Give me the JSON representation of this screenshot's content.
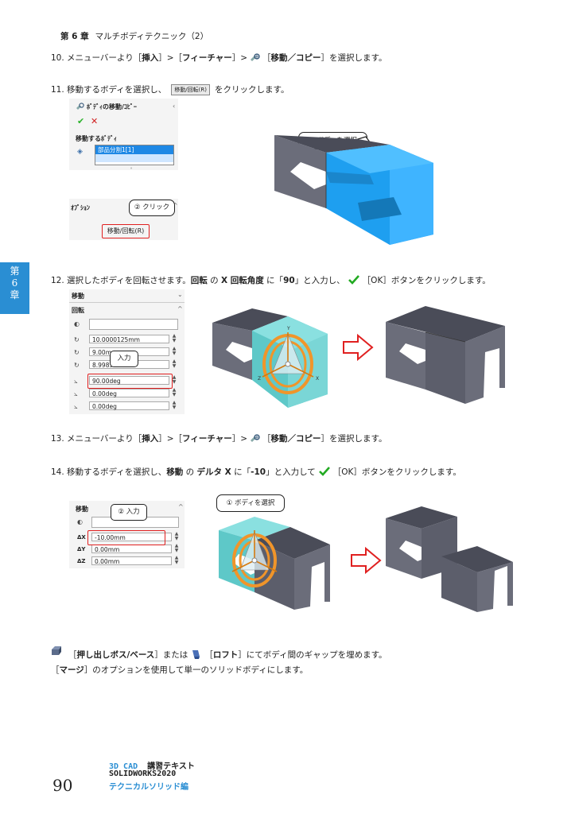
{
  "header": {
    "chapter": "第 6 章",
    "title": "マルチボディテクニック（2）"
  },
  "side_tab": {
    "line1": "第",
    "line2": "6",
    "line3": "章"
  },
  "steps": {
    "s10": {
      "pre": "10. メニューバーより［",
      "b1": "挿入",
      "m1": "］>［",
      "b2": "フィーチャー",
      "m2": "］>",
      "m3": "［",
      "b3": "移動／コピー",
      "post": "］を選択します。"
    },
    "s11": {
      "pre": "11. 移動するボディを選択し、",
      "btn": "移動/回転(R)",
      "post": "をクリックします。"
    },
    "s12": {
      "pre": "12. 選択したボディを回転させます。",
      "b1": "回転",
      "m1": " の ",
      "b2": "X 回転角度",
      "m2": " に「",
      "b3": "90",
      "m3": "」と入力し、",
      "post": "［OK］ボタンをクリックします。"
    },
    "s13": {
      "pre": "13. メニューバーより［",
      "b1": "挿入",
      "m1": "］>［",
      "b2": "フィーチャー",
      "m2": "］>",
      "m3": "［",
      "b3": "移動／コピー",
      "post": "］を選択します。"
    },
    "s14": {
      "pre": "14. 移動するボディを選択し、",
      "b1": "移動",
      "m1": " の ",
      "b2": "デルタ X",
      "m2": " に「",
      "b3": "-10",
      "m3": "」と入力して",
      "post": "［OK］ボタンをクリックします。"
    }
  },
  "panel1": {
    "title": "ﾎﾞﾃﾞｨの移動/ｺﾋﾟｰ",
    "ok": "✔",
    "cancel": "✕",
    "section": "移動するﾎﾞﾃﾞｨ",
    "item": "部品分割1[1]"
  },
  "panel1b": {
    "section": "ｵﾌﾟｼｮﾝ",
    "button": "移動/回転(R)"
  },
  "panel2": {
    "section_move": "移動",
    "section_rotate": "回転",
    "x": "10.0000125mm",
    "y": "9.00mm",
    "z": "8.998387",
    "rx": "90.00deg",
    "ry": "0.00deg",
    "rz": "0.00deg"
  },
  "panel3": {
    "section_move": "移動",
    "dx": "-10.00mm",
    "dy": "0.00mm",
    "dz": "0.00mm",
    "lx": "ΔX",
    "ly": "ΔY",
    "lz": "ΔZ"
  },
  "callouts": {
    "c1": "① ボディを選択",
    "c2": "② クリック",
    "c3": "入力",
    "c4": "① ボディを選択",
    "c5": "② 入力"
  },
  "axis_labels": {
    "y": "Y",
    "x": "X",
    "z": "Z"
  },
  "notes": {
    "n1_pre": "［",
    "n1_b1": "押し出しボス/ベース",
    "n1_m1": "］または",
    "n1_m2": "［",
    "n1_b2": "ロフト",
    "n1_post": "］にてボディ間のギャップを埋めます。",
    "n2_pre": "［",
    "n2_b": "マージ",
    "n2_post": "］のオプションを使用して単一のソリッドボディにします。"
  },
  "footer": {
    "page": "90",
    "line1a": "3D CAD",
    "line1b": "講習テキスト",
    "line2": "SOLIDWORKS2020",
    "line3": "テクニカルソリッド編"
  },
  "colors": {
    "accent": "#2a8ed3",
    "selected_body": "#1e9ff0",
    "teal_body": "#5ec8c8",
    "grey_body": "#5c5e6b",
    "callout_red": "#e02020",
    "drag_orange": "#f0952a"
  }
}
